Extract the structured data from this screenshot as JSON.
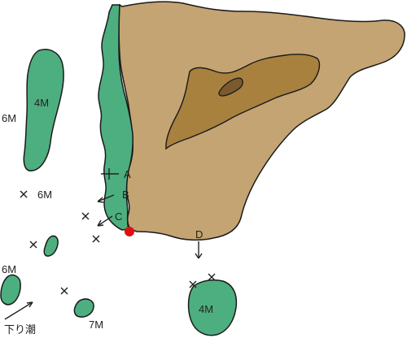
{
  "colors": {
    "land": "#c4a472",
    "land_mid": "#a8813f",
    "land_high": "#7a5a2e",
    "shallow": "#4daf7f",
    "outline": "#1a1a1a",
    "marker": "#e01010",
    "background": "#ffffff"
  },
  "points": {
    "a": "A",
    "b": "B",
    "c": "C",
    "d": "D"
  },
  "depths": {
    "west_island": "4M",
    "west_sea": "6M",
    "west_sea_2": "6M",
    "southwest": "6M",
    "south": "7M",
    "south_island": "4M"
  },
  "current_label": "下り潮"
}
